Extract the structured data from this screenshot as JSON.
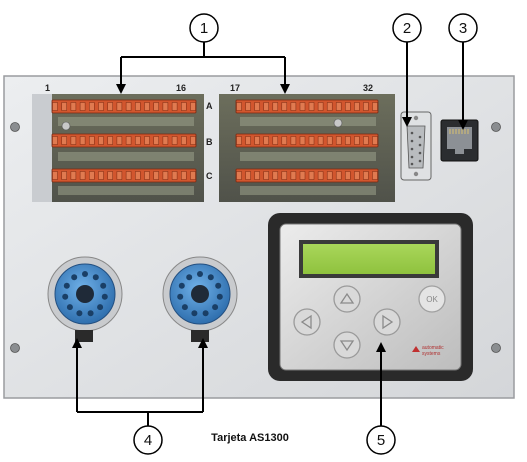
{
  "caption": "Tarjeta AS1300",
  "callouts": [
    "1",
    "2",
    "3",
    "4",
    "5"
  ],
  "terminal_numbers": {
    "left_start": "1",
    "left_end": "16",
    "right_start": "17",
    "right_end": "32"
  },
  "terminal_rows": [
    "A",
    "B",
    "C"
  ],
  "keypad": {
    "ok_label": "OK",
    "brand_name": "automatic",
    "brand_sub": "systems"
  },
  "colors": {
    "panel": "#e1e3e6",
    "terminal": "#d2562e",
    "connector": "#3f87c8",
    "lcd": "#9ccf4a",
    "keypad_body": "#707070"
  }
}
